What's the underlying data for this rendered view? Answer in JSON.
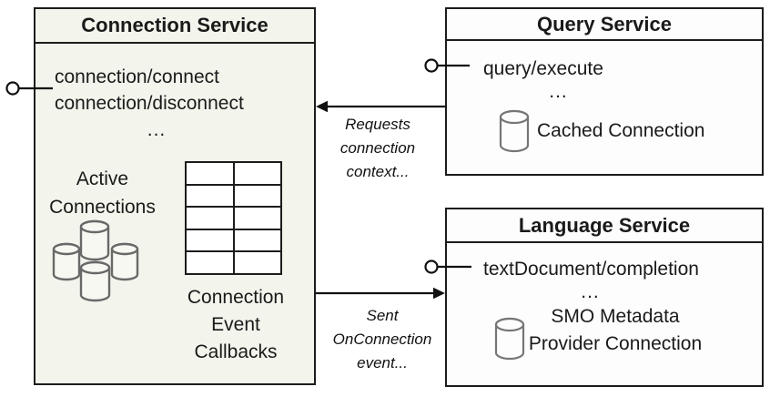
{
  "colors": {
    "connection_fill": "#f3f5ec",
    "service_fill": "#fdfdfd",
    "border": "#1c1c1c",
    "text": "#1a1a1a",
    "cylinder_stroke": "#696969",
    "small_cylinder_stroke": "#767676"
  },
  "connection_service": {
    "title": "Connection Service",
    "methods": [
      "connection/connect",
      "connection/disconnect"
    ],
    "ellipsis": "...",
    "active_connections_label": "Active Connections",
    "callbacks_label": "Connection Event Callbacks",
    "callback_table": {
      "rows": 5,
      "columns": 2
    }
  },
  "query_service": {
    "title": "Query Service",
    "methods": [
      "query/execute"
    ],
    "ellipsis": "...",
    "connection_label": "Cached Connection"
  },
  "language_service": {
    "title": "Language Service",
    "methods": [
      "textDocument/completion"
    ],
    "ellipsis": "...",
    "connection_label": "SMO Metadata Provider Connection"
  },
  "arrows": {
    "requests_label": "Requests connection context...",
    "sent_label": "Sent OnConnection event..."
  }
}
